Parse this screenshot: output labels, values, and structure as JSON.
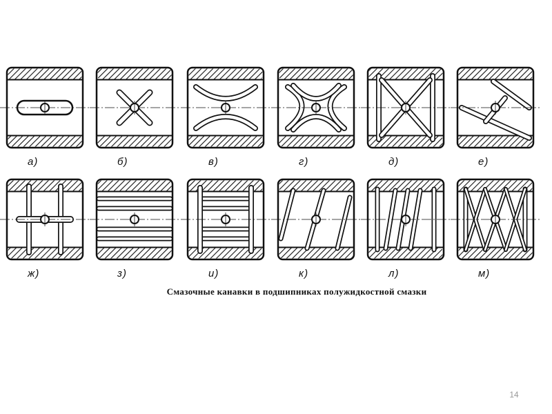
{
  "figure": {
    "title": "Смазочные канавки в подшипниках полужидкостной смазки",
    "page_number": "14",
    "panels": [
      {
        "id": "a",
        "label": "а)"
      },
      {
        "id": "b",
        "label": "б)"
      },
      {
        "id": "v",
        "label": "в)"
      },
      {
        "id": "g",
        "label": "г)"
      },
      {
        "id": "d",
        "label": "д)"
      },
      {
        "id": "e",
        "label": "е)"
      },
      {
        "id": "zh",
        "label": "ж)"
      },
      {
        "id": "z",
        "label": "з)"
      },
      {
        "id": "i",
        "label": "и)"
      },
      {
        "id": "k",
        "label": "к)"
      },
      {
        "id": "l",
        "label": "л)"
      },
      {
        "id": "m",
        "label": "м)"
      }
    ]
  },
  "colors": {
    "ink": "#111111",
    "background": "#ffffff",
    "page_number": "#999999"
  }
}
